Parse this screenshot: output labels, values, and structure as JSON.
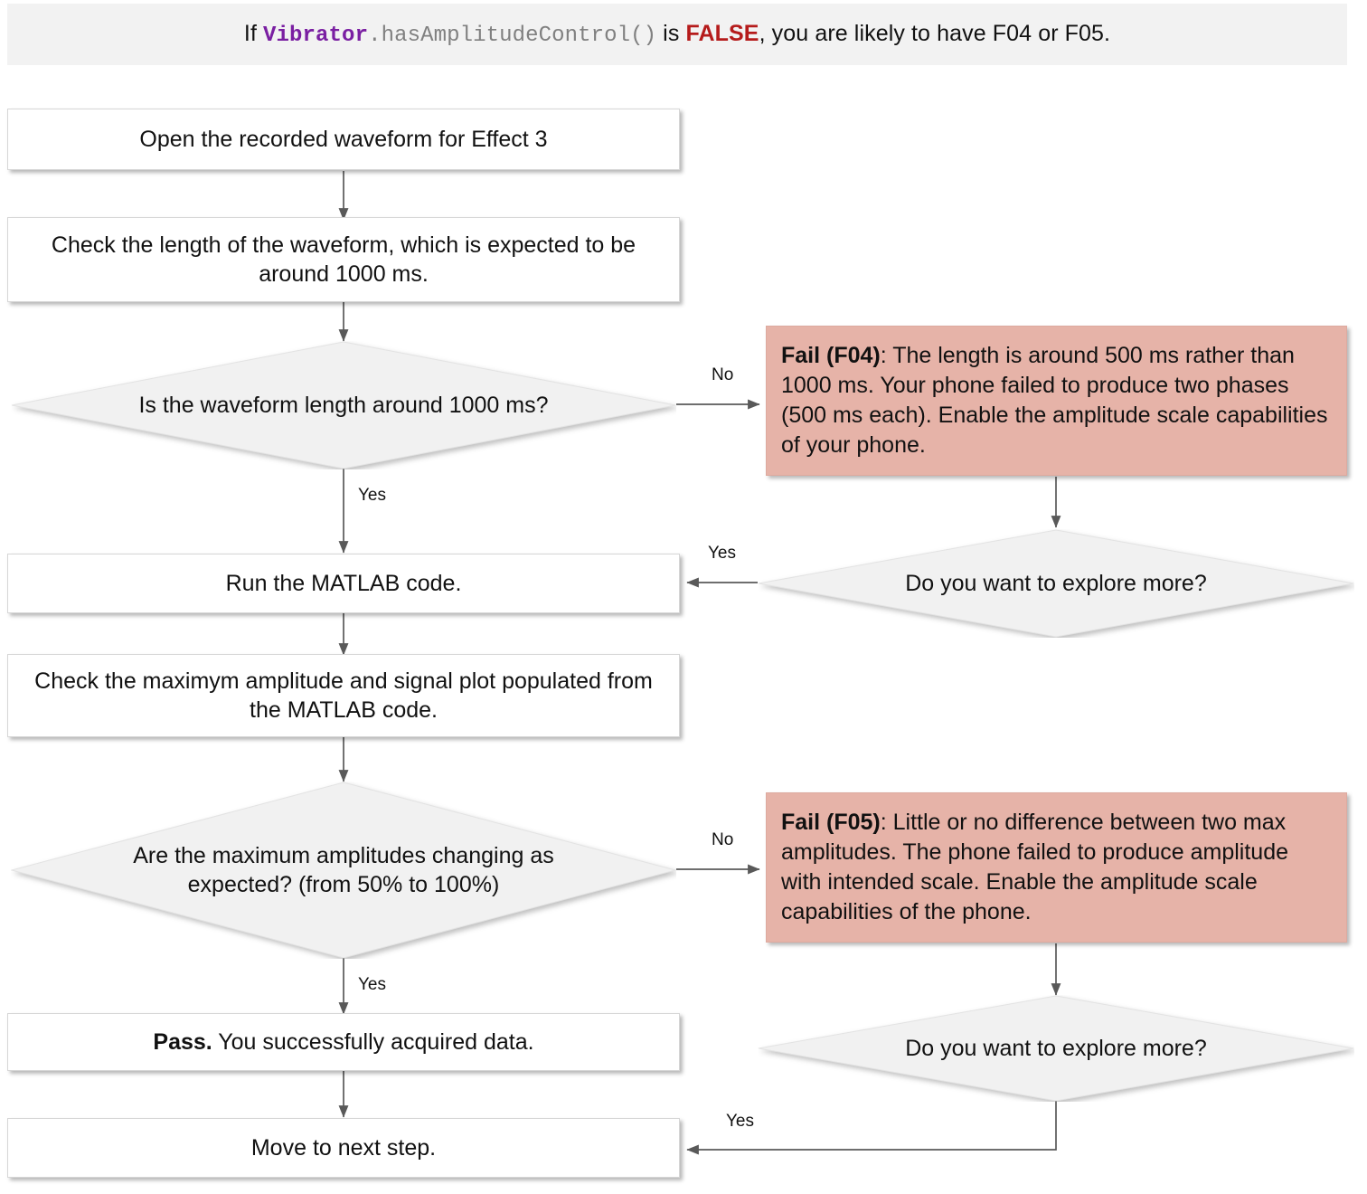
{
  "header": {
    "prefix": "If ",
    "class_name": "Vibrator",
    "method": ".hasAmplitudeControl()",
    "middle": " is ",
    "false_keyword": "FALSE",
    "suffix": ", you are likely to have F04 or F05."
  },
  "colors": {
    "banner_bg": "#f2f2f2",
    "process_fill": "#ffffff",
    "decision_fill": "#f1f1f1",
    "fail_fill": "#e6b3a8",
    "edge_stroke": "#595959",
    "class_name_color": "#7a1fa2",
    "method_color": "#808080",
    "false_color": "#b51b1b"
  },
  "nodes": {
    "open_waveform": {
      "text": "Open the recorded waveform for Effect 3",
      "type": "process"
    },
    "check_length": {
      "text": "Check the length of the waveform, which is expected to be around 1000 ms.",
      "type": "process"
    },
    "decision_length": {
      "text": "Is the waveform length around 1000 ms?",
      "type": "decision"
    },
    "fail_f04": {
      "type": "fail",
      "label": "Fail (F04)",
      "body": ": The length is around 500 ms rather than 1000 ms. Your phone failed to produce two phases (500 ms each). Enable the amplitude scale capabilities of your phone."
    },
    "explore_more_1": {
      "text": "Do you want to explore more?",
      "type": "decision"
    },
    "run_matlab": {
      "text": "Run the MATLAB code.",
      "type": "process"
    },
    "check_amplitude": {
      "text": "Check the maximym amplitude and signal plot populated from the MATLAB code.",
      "type": "process"
    },
    "decision_amplitude": {
      "text": "Are the maximum amplitudes changing as expected? (from 50% to 100%)",
      "type": "decision"
    },
    "fail_f05": {
      "type": "fail",
      "label": "Fail (F05)",
      "body": ": Little or no difference between two max amplitudes. The phone failed to produce amplitude with intended scale. Enable the amplitude scale capabilities of the phone."
    },
    "explore_more_2": {
      "text": "Do you want to explore more?",
      "type": "decision"
    },
    "pass_node": {
      "type": "process",
      "label": "Pass.",
      "body": " You successfully acquired data."
    },
    "next_step": {
      "text": "Move to next step.",
      "type": "process"
    }
  },
  "edges": {
    "length_no": "No",
    "length_yes": "Yes",
    "explore1_yes": "Yes",
    "amplitude_no": "No",
    "amplitude_yes": "Yes",
    "explore2_yes": "Yes"
  }
}
